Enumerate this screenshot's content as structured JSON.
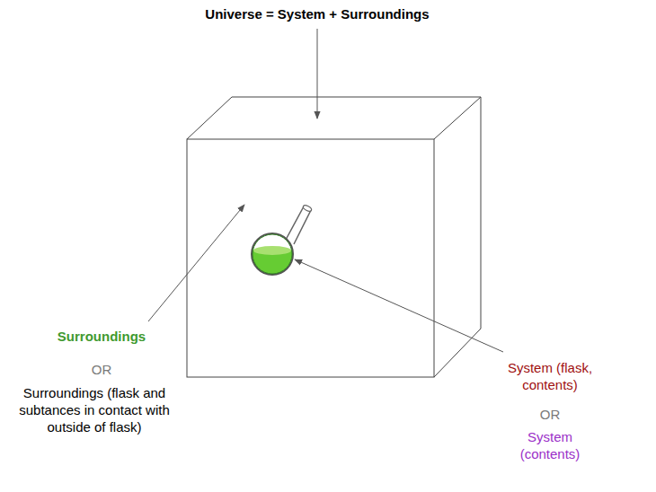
{
  "diagram": {
    "title": "Universe = System + Surroundings",
    "labels": [
      "Surroundings",
      "OR",
      "Surroundings (flask and subtances in contact with outside of flask)",
      "System (flask, contents)",
      "OR",
      "System (contents)"
    ]
  }
}
